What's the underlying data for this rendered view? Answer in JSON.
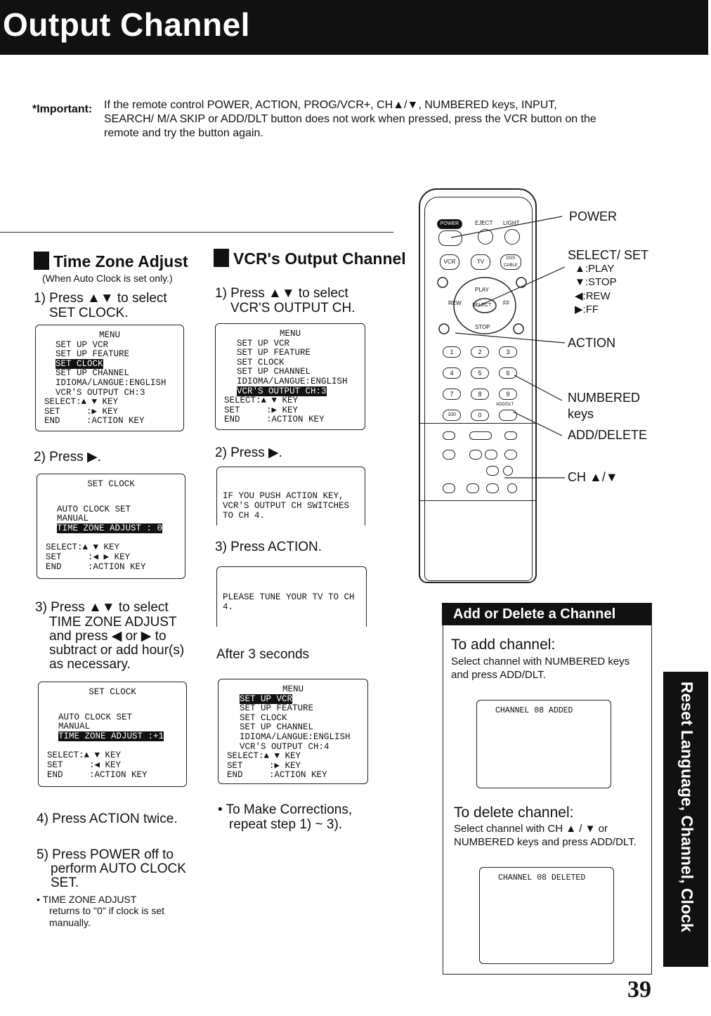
{
  "header": {
    "title": "Output Channel"
  },
  "important": {
    "label": "*Important:",
    "text": "If the remote control POWER, ACTION, PROG/VCR+, CH▲/▼, NUMBERED keys, INPUT, SEARCH/ M/A SKIP or ADD/DLT button does not work when pressed, press the VCR button on the remote and try the button again."
  },
  "time_zone": {
    "title": "Time Zone Adjust",
    "subtitle": "(When Auto Clock is set only.)",
    "step1": "1) Press ▲▼ to select",
    "step1b": "SET CLOCK.",
    "menu1": [
      "MENU",
      "SET UP VCR",
      "SET UP FEATURE",
      "SET CLOCK",
      "SET UP CHANNEL",
      "IDIOMA/LANGUE:ENGLISH",
      "VCR'S OUTPUT CH:3",
      "SELECT:▲ ▼ KEY",
      "SET     :▶ KEY",
      "END     :ACTION KEY"
    ],
    "step2": "2) Press ▶.",
    "menu2": [
      "SET CLOCK",
      "AUTO CLOCK SET",
      "MANUAL",
      "TIME ZONE ADJUST : 0",
      "SELECT:▲ ▼ KEY",
      "SET     :◀ ▶ KEY",
      "END     :ACTION KEY"
    ],
    "step3a": "3) Press ▲▼ to select",
    "step3b": "TIME ZONE ADJUST",
    "step3c": "and press ◀ or ▶ to",
    "step3d": "subtract or add hour(s)",
    "step3e": "as necessary.",
    "menu3": [
      "SET CLOCK",
      "AUTO CLOCK SET",
      "MANUAL",
      "TIME ZONE ADJUST :+1",
      "SELECT:▲ ▼ KEY",
      "SET     :◀ KEY",
      "END     :ACTION KEY"
    ],
    "step4": "4) Press ACTION twice.",
    "step5a": "5) Press POWER off to",
    "step5b": "perform AUTO CLOCK",
    "step5c": "SET.",
    "note_a": "• TIME ZONE ADJUST",
    "note_b": "returns to \"0\" if clock is set",
    "note_c": "manually."
  },
  "vcr_output": {
    "title": "VCR's Output Channel",
    "step1": "1) Press ▲▼ to select",
    "step1b": "VCR'S OUTPUT CH.",
    "menu1": [
      "MENU",
      "SET UP VCR",
      "SET UP FEATURE",
      "SET CLOCK",
      "SET UP CHANNEL",
      "IDIOMA/LANGUE:ENGLISH",
      "VCR'S OUTPUT CH:3",
      "SELECT:▲ ▼ KEY",
      "SET     :▶ KEY",
      "END     :ACTION KEY"
    ],
    "step2": "2) Press ▶.",
    "msg1": "IF YOU PUSH ACTION KEY, VCR'S OUTPUT CH SWITCHES TO CH 4.",
    "step3": "3) Press ACTION.",
    "msg2": "PLEASE TUNE YOUR TV TO CH 4.",
    "after": "After 3 seconds",
    "menu2": [
      "MENU",
      "SET UP VCR",
      "SET UP FEATURE",
      "SET CLOCK",
      "SET UP CHANNEL",
      "IDIOMA/LANGUE:ENGLISH",
      "VCR'S OUTPUT CH:4",
      "SELECT:▲ ▼ KEY",
      "SET     :▶ KEY",
      "END     :ACTION KEY"
    ],
    "note_a": "• To Make Corrections,",
    "note_b": "repeat step 1) ~ 3)."
  },
  "remote": {
    "labels": {
      "power": "POWER",
      "select_set": "SELECT/ SET",
      "play": "▲:PLAY",
      "stop": "▼:STOP",
      "rew": "◀:REW",
      "ff": "▶:FF",
      "action": "ACTION",
      "numbered_a": "NUMBERED",
      "numbered_b": "keys",
      "add_delete": "ADD/DELETE",
      "ch": "CH ▲/▼"
    },
    "buttons": {
      "power": "POWER",
      "eject": "EJECT",
      "light": "LIGHT",
      "vcr": "VCR",
      "tv": "TV",
      "dss": "DSS CABLE",
      "play": "PLAY",
      "rew": "REW",
      "ff": "FF",
      "select": "SELECT",
      "stop": "STOP",
      "n1": "1",
      "n2": "2",
      "n3": "3",
      "n4": "4",
      "n5": "5",
      "n6": "6",
      "n7": "7",
      "n8": "8",
      "n9": "9",
      "n100": "100",
      "n0": "0",
      "adddlt": "ADD/DLT"
    }
  },
  "add_delete": {
    "title": "Add or Delete a Channel",
    "add_h": "To add channel:",
    "add_t": "Select channel with NUMBERED keys and press ADD/DLT.",
    "add_screen": "CHANNEL 08 ADDED",
    "del_h": "To delete channel:",
    "del_t": "Select channel with CH ▲ / ▼ or NUMBERED keys and press ADD/DLT.",
    "del_screen": "CHANNEL 08 DELETED"
  },
  "sidebar": {
    "text": "Reset Language, Channel, Clock"
  },
  "page_number": "39"
}
